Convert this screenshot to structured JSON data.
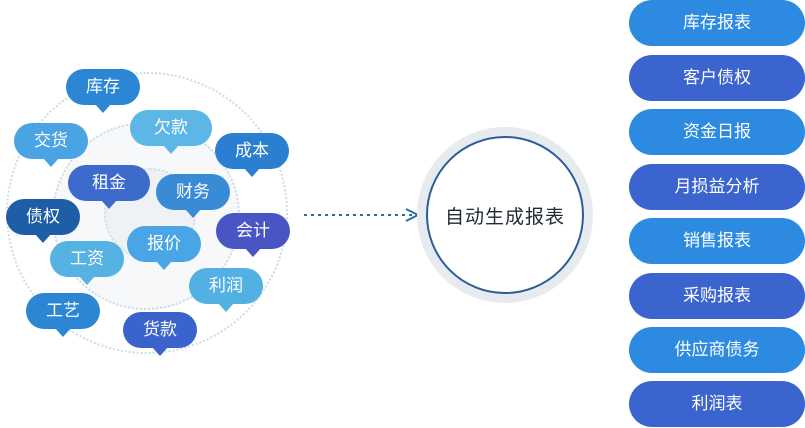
{
  "cluster": {
    "tags": [
      {
        "label": "库存",
        "color": "#2b86d3"
      },
      {
        "label": "交货",
        "color": "#4aa3e2"
      },
      {
        "label": "欠款",
        "color": "#5cb7e6"
      },
      {
        "label": "成本",
        "color": "#2a7fd0"
      },
      {
        "label": "租金",
        "color": "#3c6bcc"
      },
      {
        "label": "财务",
        "color": "#3a8bd6"
      },
      {
        "label": "债权",
        "color": "#1d5ea6"
      },
      {
        "label": "会计",
        "color": "#4a55c4"
      },
      {
        "label": "工资",
        "color": "#55b2e3"
      },
      {
        "label": "报价",
        "color": "#4aa5e6"
      },
      {
        "label": "利润",
        "color": "#53b0e2"
      },
      {
        "label": "工艺",
        "color": "#2b86d3"
      },
      {
        "label": "货款",
        "color": "#3a63cc"
      }
    ]
  },
  "center": {
    "label": "自动生成报表"
  },
  "colors": {
    "arrow": "#2f6aa8",
    "center_border": "#2f5c9a"
  },
  "reports": [
    {
      "label": "库存报表",
      "color": "#2c8be0"
    },
    {
      "label": "客户债权",
      "color": "#3b64cf"
    },
    {
      "label": "资金日报",
      "color": "#2c8be0"
    },
    {
      "label": "月损益分析",
      "color": "#3b64cf"
    },
    {
      "label": "销售报表",
      "color": "#2c8be0"
    },
    {
      "label": "采购报表",
      "color": "#3b64cf"
    },
    {
      "label": "供应商债务",
      "color": "#2c8be0"
    },
    {
      "label": "利润表",
      "color": "#3b64cf"
    }
  ]
}
